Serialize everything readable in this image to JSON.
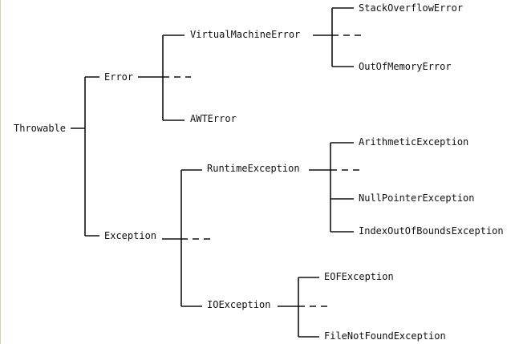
{
  "tree": {
    "root": "Throwable",
    "error": {
      "label": "Error",
      "children": [
        "VirtualMachineError",
        "AWTError"
      ],
      "vm_children": [
        "StackOverflowError",
        "OutOfMemoryError"
      ]
    },
    "exception": {
      "label": "Exception",
      "children": [
        "RuntimeException",
        "IOException"
      ],
      "runtime_children": [
        "ArithmeticException",
        "NullPointerException",
        "IndexOutOfBoundsException"
      ],
      "io_children": [
        "EOFException",
        "FileNotFoundException"
      ]
    }
  }
}
